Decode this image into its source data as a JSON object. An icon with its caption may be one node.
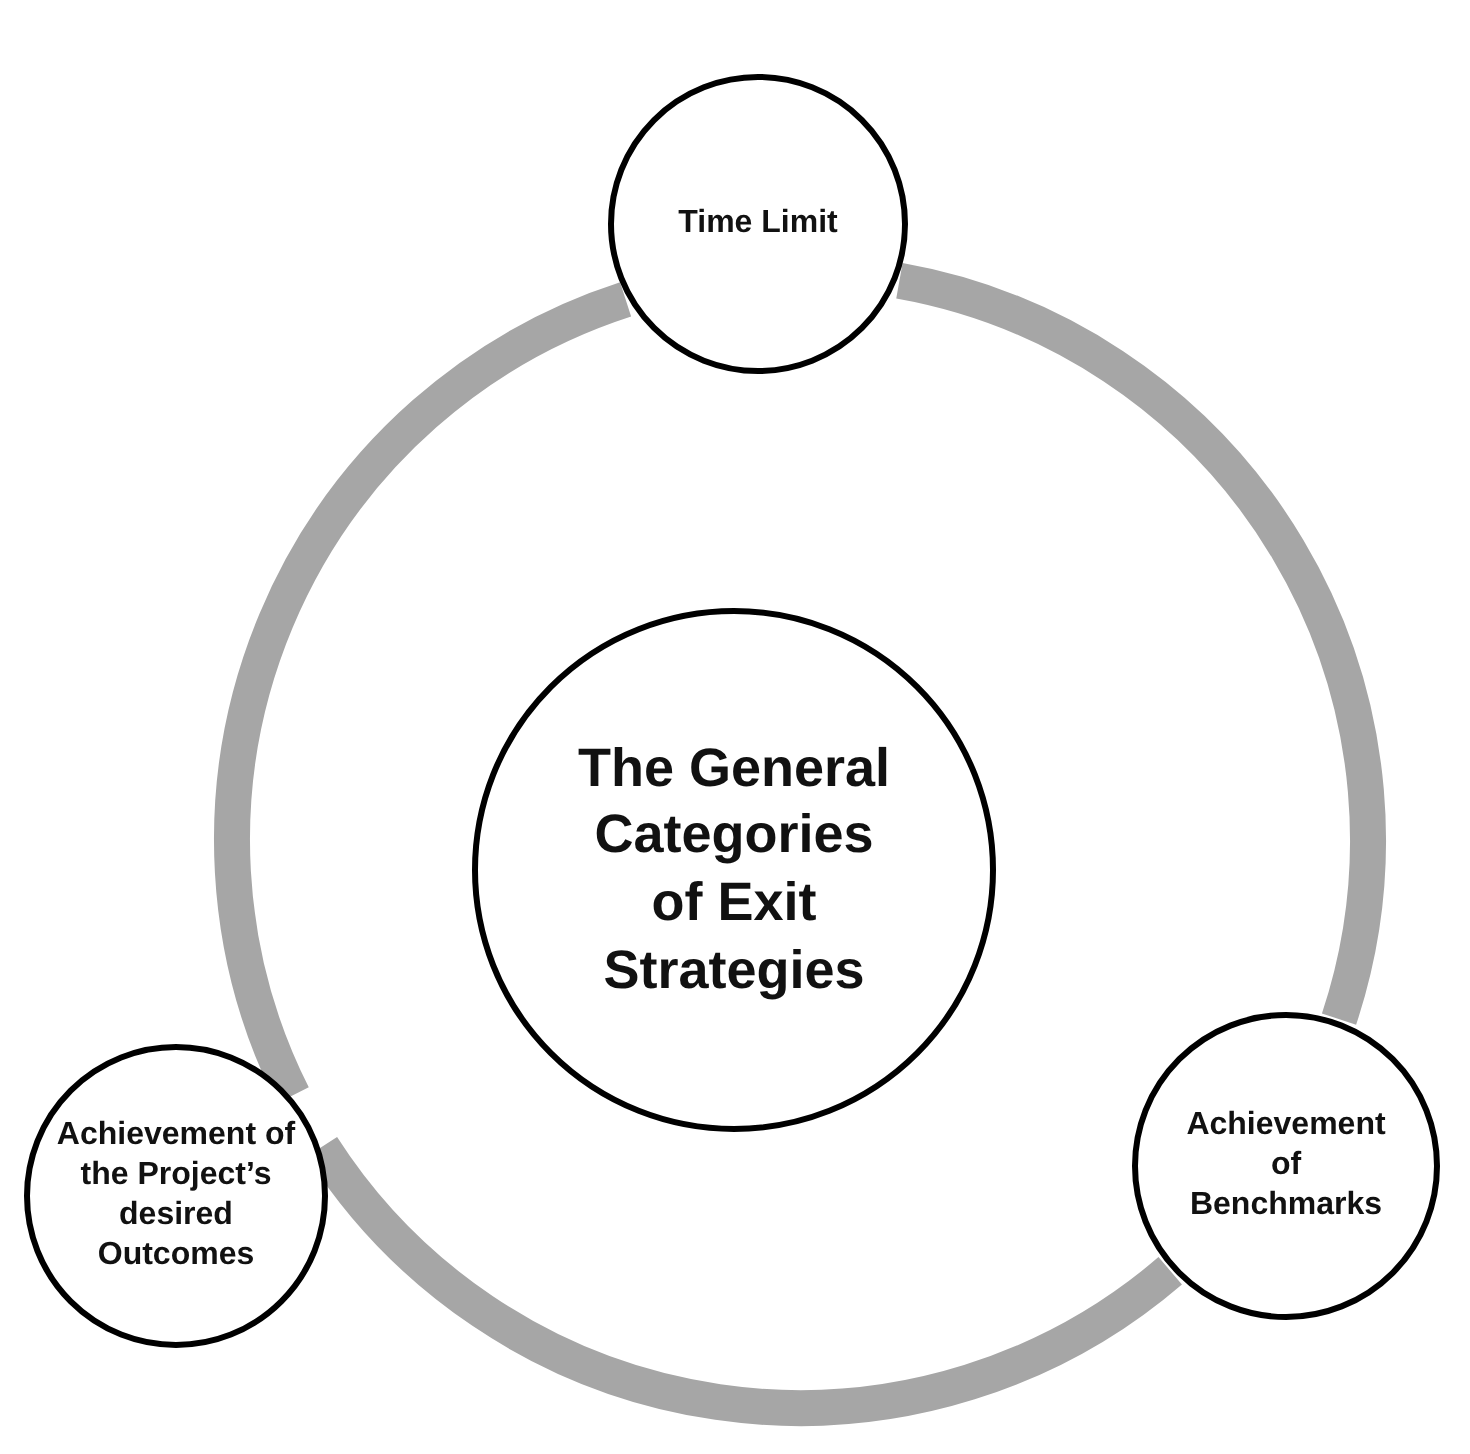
{
  "diagram": {
    "nodes": [
      {
        "text": [
          "Time Limit"
        ]
      },
      {
        "text": [
          "The General Categories of Exit Strategies"
        ]
      },
      {
        "text": [
          "Achievement of the Project’s desired Outcomes"
        ]
      },
      {
        "text": [
          "Achievement of Benchmarks"
        ]
      }
    ],
    "edges": [
      {
        "from": 0,
        "to": 3,
        "arrow": "none"
      },
      {
        "from": 3,
        "to": 2,
        "arrow": "none"
      },
      {
        "from": 2,
        "to": 0,
        "arrow": "none"
      }
    ]
  }
}
